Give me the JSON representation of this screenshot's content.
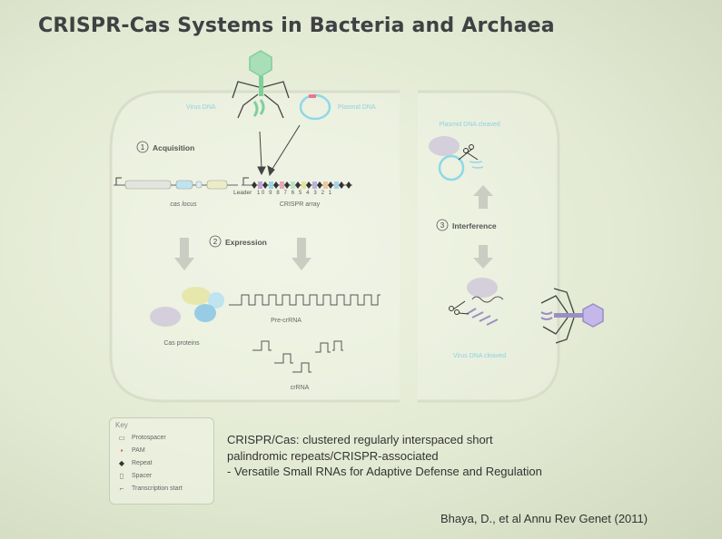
{
  "title": "CRISPR-Cas Systems in Bacteria and Archaea",
  "diagram": {
    "virus_dna": "Virus DNA",
    "plasmid_dna": "Plasmid DNA",
    "step1": {
      "num": "1",
      "label": "Acquisition"
    },
    "step2": {
      "num": "2",
      "label": "Expression"
    },
    "step3": {
      "num": "3",
      "label": "Interference"
    },
    "leader": "Leader",
    "array_numbers": "10 9 8 7 6 5 4 3 2 1",
    "cas_locus": "cas locus",
    "crispr_array": "CRISPR array",
    "pre_crrna": "Pre-crRNA",
    "crrna": "crRNA",
    "cas_proteins": "Cas proteins",
    "plasmid_cleaved": "Plasmid DNA cleaved",
    "virus_cleaved": "Virus DNA cleaved",
    "colors": {
      "cell_outline": "#d9decb",
      "arrow_gray": "#c9cdc2",
      "phage_green": "#7fcf9a",
      "plasmid_cyan": "#8fd8e8",
      "cas_lilac": "#c6bfcf",
      "cas_yellow": "#e6e6a6",
      "cas_blue": "#8ec8e6",
      "virus_purple": "#b7a9e0"
    }
  },
  "key": {
    "title": "Key",
    "items": [
      {
        "icon": "protospacer-icon",
        "symbol": "▭",
        "label": "Protospacer"
      },
      {
        "icon": "pam-icon",
        "symbol": "▪",
        "label": "PAM"
      },
      {
        "icon": "repeat-icon",
        "symbol": "◆",
        "label": "Repeat"
      },
      {
        "icon": "spacer-icon",
        "symbol": "▯",
        "label": "Spacer"
      },
      {
        "icon": "transcription-start-icon",
        "symbol": "⌐",
        "label": "Transcription start"
      }
    ]
  },
  "definition": {
    "line1": "CRISPR/Cas: clustered regularly interspaced short",
    "line2": "palindromic repeats/CRISPR-associated",
    "line3": "- Versatile Small RNAs for Adaptive Defense and Regulation"
  },
  "citation": "Bhaya, D., et al Annu Rev Genet (2011)"
}
